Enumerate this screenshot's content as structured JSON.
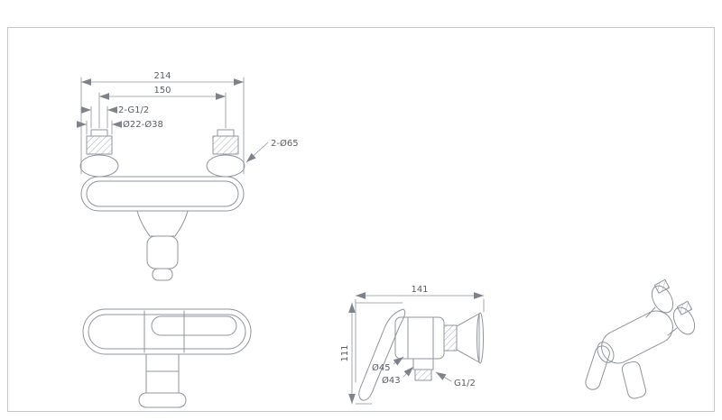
{
  "sheet": {
    "background": "#ffffff",
    "frame_color": "#c6c9ce",
    "line_color": "#8f959d",
    "hatch_color": "#a9aeb5",
    "text_color": "#5a5e65"
  },
  "front_view_dimensioned": {
    "overall_width": "214",
    "inlet_spacing": "150",
    "inlet_thread": "2-G1/2",
    "connection_range": "Ø22-Ø38",
    "escutcheon_diameter": "2-Ø65"
  },
  "side_view": {
    "depth": "141",
    "height": "111",
    "body_diameter": "Ø45",
    "base_diameter": "Ø43",
    "outlet_thread": "G1/2"
  }
}
